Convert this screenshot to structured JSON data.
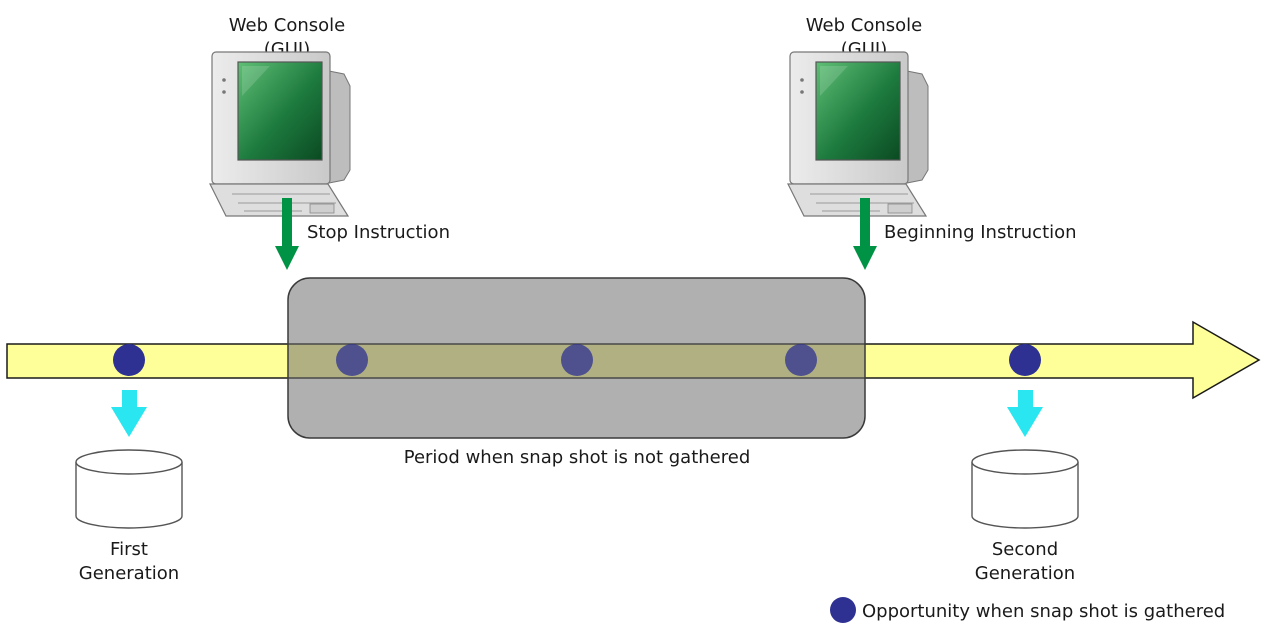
{
  "console_left": {
    "title_line1": "Web Console",
    "title_line2": "(GUI)",
    "instruction": "Stop Instruction",
    "icon": "computer-monitor-icon"
  },
  "console_right": {
    "title_line1": "Web Console",
    "title_line2": "(GUI)",
    "instruction": "Beginning Instruction",
    "icon": "computer-monitor-icon"
  },
  "period_label": "Period when snap shot is not gathered",
  "storage_first": {
    "line1": "First",
    "line2": "Generation",
    "icon": "database-icon"
  },
  "storage_second": {
    "line1": "Second",
    "line2": "Generation",
    "icon": "database-icon"
  },
  "legend": {
    "label": "Opportunity when snap shot is gathered",
    "icon": "snapshot-dot-icon"
  },
  "colors": {
    "timeline": "#ffff99",
    "period_box": "#7f7f7f",
    "snapshot_dot": "#2e3192",
    "instruction_arrow": "#009245",
    "capture_arrow": "#29e6f0",
    "screen": "#1d6b3a"
  }
}
